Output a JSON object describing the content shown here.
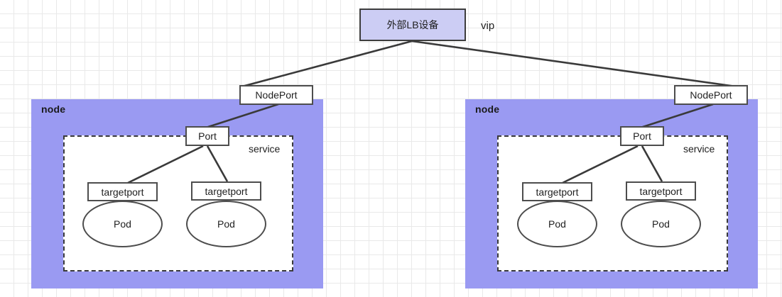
{
  "diagram": {
    "title_box": {
      "label": "外部LB设备"
    },
    "vip_label": "vip",
    "nodes": [
      {
        "label": "node",
        "nodeport": "NodePort",
        "service": {
          "label": "service",
          "port": "Port",
          "pods": [
            {
              "targetport": "targetport",
              "pod": "Pod"
            },
            {
              "targetport": "targetport",
              "pod": "Pod"
            }
          ]
        }
      },
      {
        "label": "node",
        "nodeport": "NodePort",
        "service": {
          "label": "service",
          "port": "Port",
          "pods": [
            {
              "targetport": "targetport",
              "pod": "Pod"
            },
            {
              "targetport": "targetport",
              "pod": "Pod"
            }
          ]
        }
      }
    ],
    "colors": {
      "node_fill": "#9a9af2",
      "lb_fill": "#cccdf4",
      "stroke": "#4d4d4d",
      "grid": "#e9e9e9",
      "background": "#ffffff"
    }
  }
}
